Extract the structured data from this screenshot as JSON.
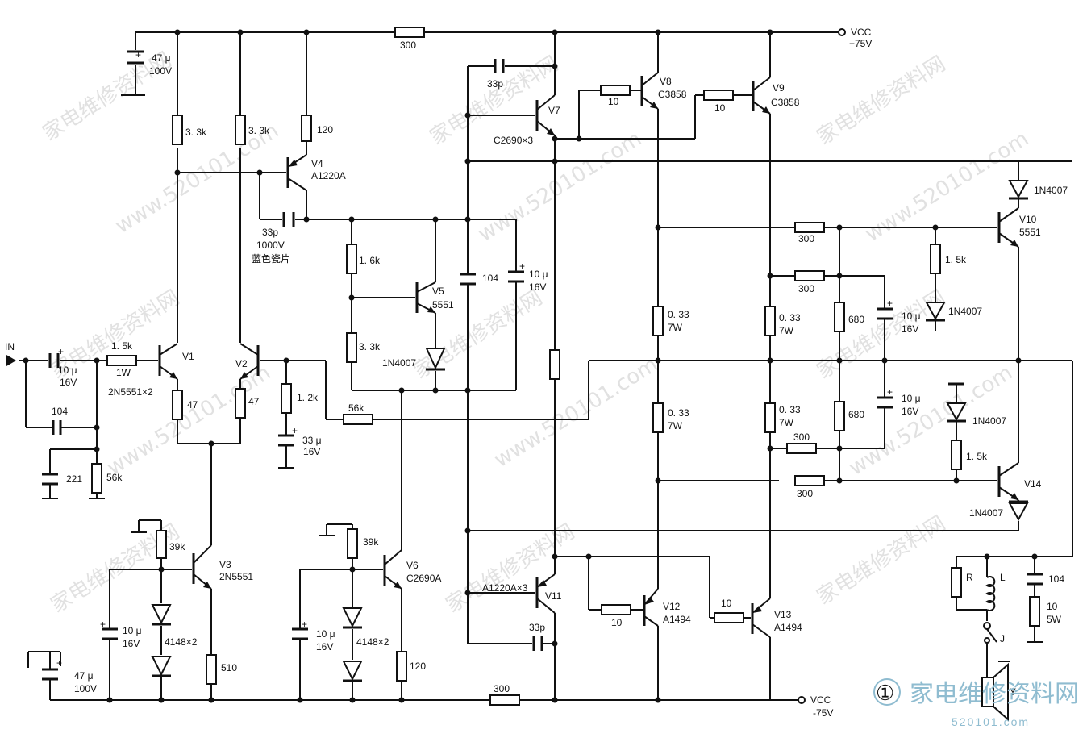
{
  "supply": {
    "pos_name": "VCC",
    "pos_value": "+75V",
    "neg_name": "VCC",
    "neg_value": "-75V"
  },
  "input_label": "IN",
  "plus_sign": "+",
  "resistors": {
    "r300_top": "300",
    "r3k3_a": "3. 3k",
    "r3k3_b": "3. 3k",
    "r120_top": "120",
    "r1k5_in": "1. 5k",
    "r1k5_in_w": "1W",
    "r47_a": "47",
    "r47_b": "47",
    "r56k_in": "56k",
    "r1k6": "1. 6k",
    "r3k3_c": "3. 3k",
    "r1k2": "1. 2k",
    "r56k_fb": "56k",
    "r10_v8": "10",
    "r10_v9": "10",
    "r39k_a": "39k",
    "r510": "510",
    "r39k_b": "39k",
    "r120_bot": "120",
    "r300_bot": "300",
    "r10_v12": "10",
    "r10_v13": "10",
    "r300_v10a": "300",
    "r300_v10b": "300",
    "r680_a": "680",
    "r680_b": "680",
    "r300_v14a": "300",
    "r300_v14b": "300",
    "r1k5_v10": "1. 5k",
    "r1k5_v14": "1. 5k",
    "re1": "0. 33",
    "re1_w": "7W",
    "re2": "0. 33",
    "re2_w": "7W",
    "re3": "0. 33",
    "re3_w": "7W",
    "re4": "0. 33",
    "re4_w": "7W",
    "r_zobel": "10",
    "r_zobel_w": "5W",
    "r_out": "R"
  },
  "capacitors": {
    "c47u_top": "47 μ",
    "c47u_top_v": "100V",
    "c33p_v4": "33p",
    "c33p_v4_v": "1000V",
    "c33p_v4_note": "蓝色瓷片",
    "c104_mid": "104",
    "c10u_mid": "10 μ",
    "c10u_mid_v": "16V",
    "c33p_v7": "33p",
    "c10u_in": "10 μ",
    "c10u_in_v": "16V",
    "c104_in": "104",
    "c221": "221",
    "c33u": "33 μ",
    "c33u_v": "16V",
    "c10u_v3": "10 μ",
    "c10u_v3_v": "16V",
    "c47u_bot": "47 μ",
    "c47u_bot_v": "100V",
    "c10u_v6": "10 μ",
    "c10u_v6_v": "16V",
    "c33p_v11": "33p",
    "c10u_r1": "10 μ",
    "c10u_r1_v": "16V",
    "c10u_r2": "10 μ",
    "c10u_r2_v": "16V",
    "c104_out": "104"
  },
  "transistors": {
    "v1": "V1",
    "v1_part": "2N5551×2",
    "v2": "V2",
    "v3": "V3",
    "v3_part": "2N5551",
    "v4": "V4",
    "v4_part": "A1220A",
    "v5": "V5",
    "v5_part": "5551",
    "v6": "V6",
    "v6_part": "C2690A",
    "v7": "V7",
    "v7_part": "C2690×3",
    "v8": "V8",
    "v8_part": "C3858",
    "v9": "V9",
    "v9_part": "C3858",
    "v10": "V10",
    "v10_part": "5551",
    "v11": "V11",
    "v11_part": "A1220A×3",
    "v12": "V12",
    "v12_part": "A1494",
    "v13": "V13",
    "v13_part": "A1494",
    "v14": "V14"
  },
  "diodes": {
    "d_v5": "1N4007",
    "d_v10a": "1N4007",
    "d_v10b": "1N4007",
    "d_v14a": "1N4007",
    "d_v14b": "1N4007",
    "d_v3": "4148×2",
    "d_v6": "4148×2"
  },
  "output": {
    "inductor": "L",
    "jack": "J",
    "speaker": "Y"
  },
  "figure_number": "①",
  "brand": {
    "name": "家电维修资料网",
    "url": "520101.com"
  },
  "watermarks": [
    "家电维修资料网",
    "www.520101.com"
  ]
}
